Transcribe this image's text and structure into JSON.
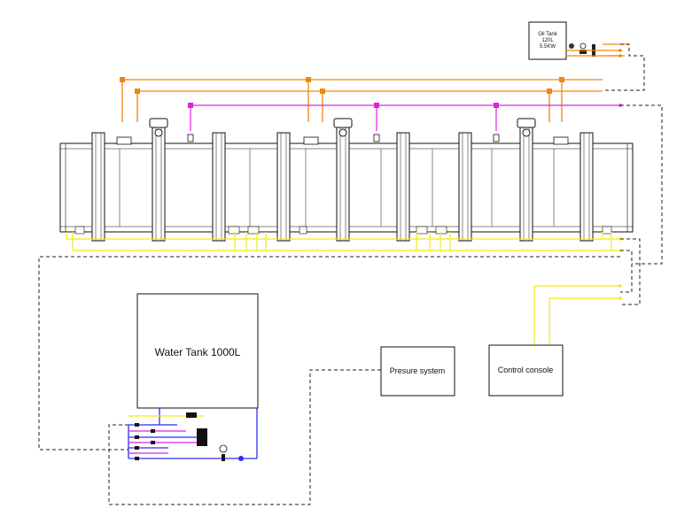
{
  "oil_tank": {
    "line1": "Oil Tank",
    "line2": "120L",
    "line3": "5.5KW"
  },
  "water_tank": {
    "label": "Water Tank 1000L"
  },
  "pressure_system": {
    "label": "Presure system"
  },
  "control_console": {
    "label": "Control console"
  },
  "colors": {
    "oil_line": "#f0860c",
    "magenta_line": "#e020e0",
    "electric_line": "#f2ea16",
    "water_line": "#2e2ef0",
    "frame": "#111111",
    "dashed": "#222222"
  },
  "icons": [
    "pump-icon",
    "valve-icon",
    "filter-icon",
    "heater-icon"
  ]
}
